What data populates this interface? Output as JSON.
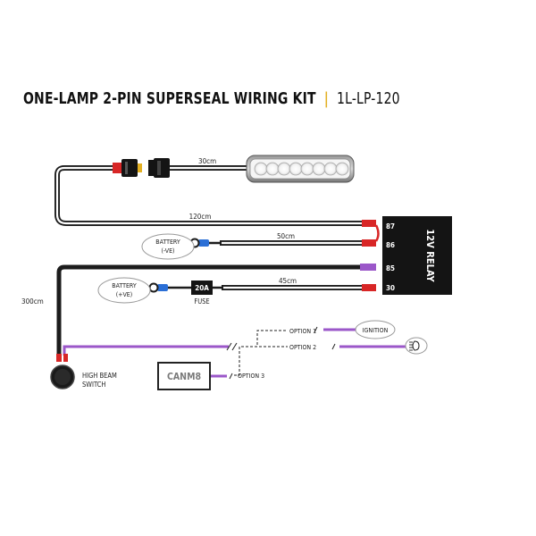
{
  "title": {
    "main": "ONE-LAMP 2-PIN SUPERSEAL WIRING KIT",
    "separator": "|",
    "code": "1L-LP-120"
  },
  "relay": {
    "label": "12V RELAY",
    "pins": [
      "87",
      "86",
      "85",
      "30"
    ]
  },
  "lengths": {
    "lamp": "30cm",
    "relay_output": "120cm",
    "ground": "50cm",
    "battery": "45cm",
    "switch": "300cm"
  },
  "battery_negative": {
    "line1": "BATTERY",
    "line2": "(-VE)"
  },
  "battery_positive": {
    "line1": "BATTERY",
    "line2": "(+VE)"
  },
  "fuse": {
    "value": "20A",
    "label": "FUSE"
  },
  "switch": {
    "line1": "HIGH BEAM",
    "line2": "SWITCH"
  },
  "options": {
    "option1": "OPTION 1",
    "option2": "OPTION 2",
    "option3": "OPTION 3",
    "ignition": "IGNITION",
    "high_beam_icon": "high-beam-headlight-icon",
    "controller": "CANM8"
  },
  "colors": {
    "wire_black": "#1c1c1c",
    "wire_red": "#d82626",
    "wire_purple": "#9b57c9",
    "accent": "#e3b023",
    "relay": "#141414"
  }
}
